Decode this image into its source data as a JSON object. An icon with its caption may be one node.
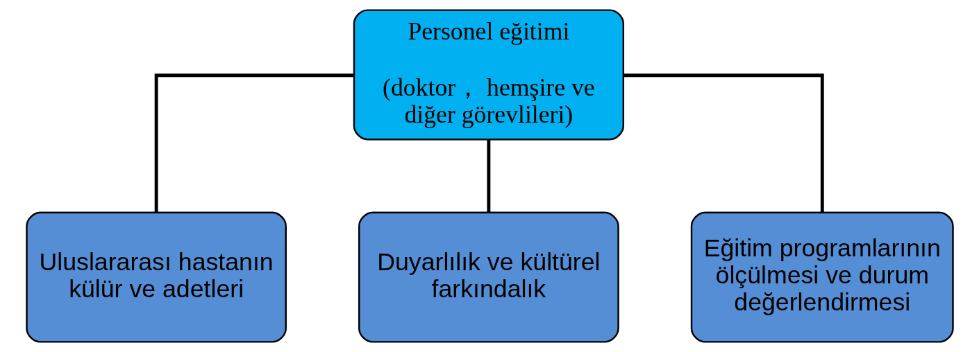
{
  "diagram": {
    "nodes": [
      {
        "text": [
          "Personel eğitimi",
          "(doktor， hemşire ve diğer görevlileri)"
        ]
      },
      {
        "text": [
          "Uluslararası hastanın külür ve adetleri"
        ]
      },
      {
        "text": [
          "Duyarlılık ve kültürel farkındalık"
        ]
      },
      {
        "text": [
          "Eğitim programlarının ölçülmesi ve durum değerlendirmesi"
        ]
      }
    ],
    "edges": [
      {
        "from": 0,
        "to": 1,
        "arrow": "none"
      },
      {
        "from": 0,
        "to": 2,
        "arrow": "none"
      },
      {
        "from": 0,
        "to": 3,
        "arrow": "none"
      }
    ]
  }
}
